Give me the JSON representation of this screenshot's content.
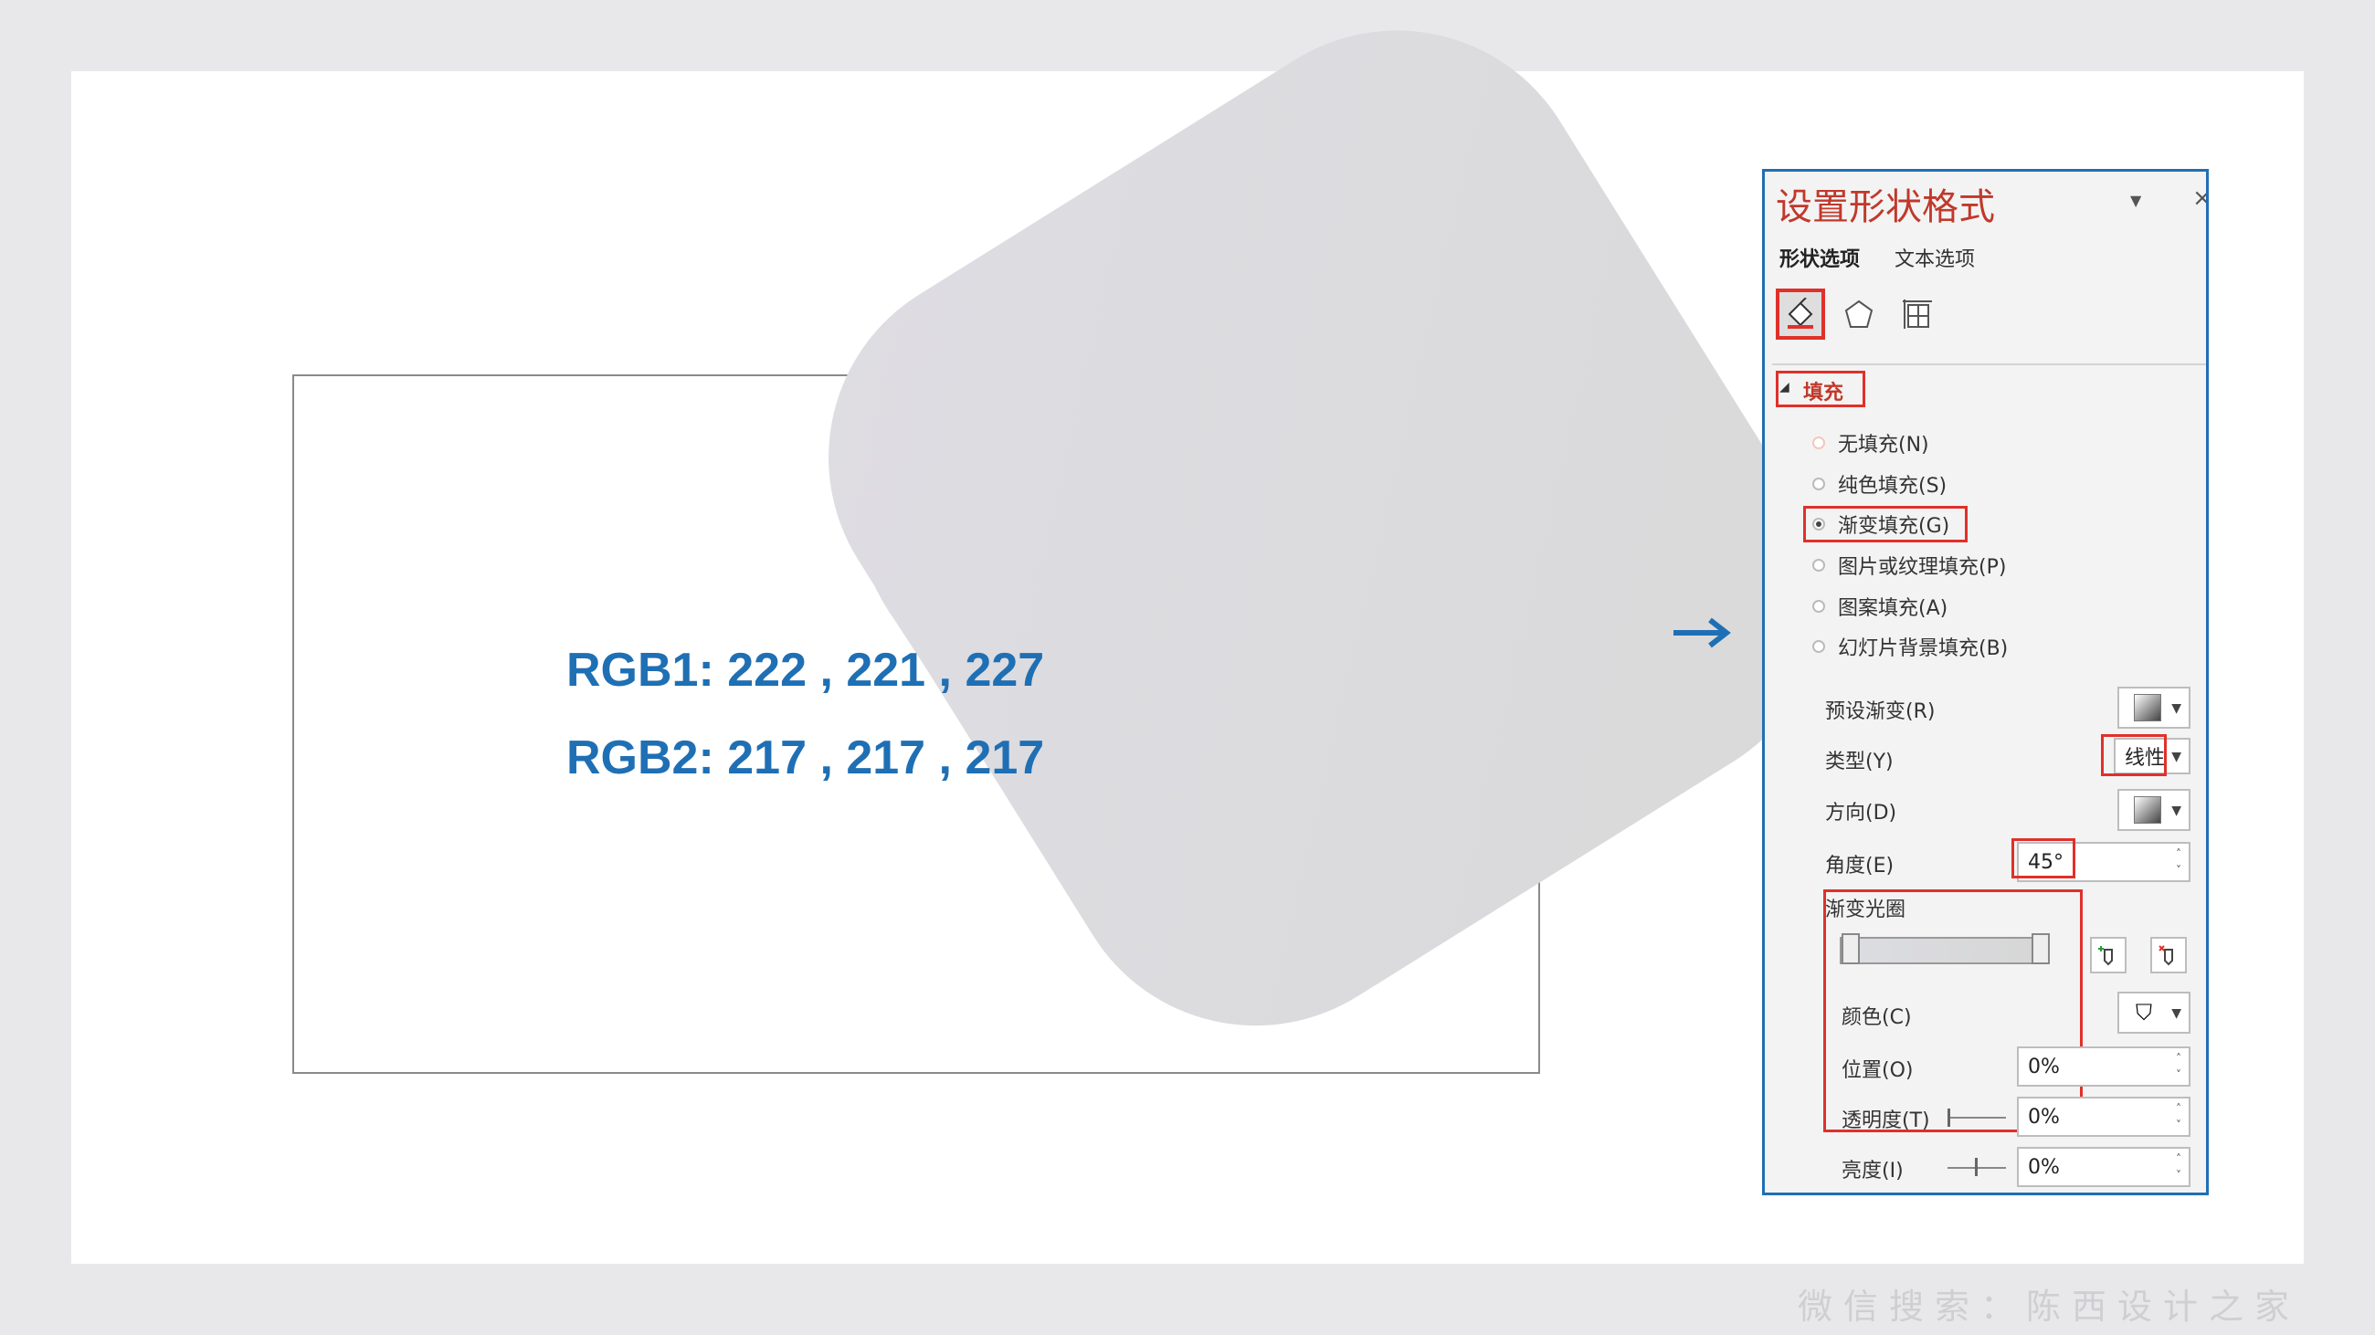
{
  "slide": {
    "rgb1_text": "RGB1: 222 , 221 , 227",
    "rgb2_text": "RGB2: 217 , 217 , 217",
    "shape_gradient_start": "#dedde3",
    "shape_gradient_end": "#d9d9d9"
  },
  "panel": {
    "title": "设置形状格式",
    "tabs": [
      {
        "label": "形状选项",
        "active": true
      },
      {
        "label": "文本选项",
        "active": false
      }
    ],
    "icons": [
      "fill-line-icon",
      "effects-pentagon-icon",
      "size-properties-icon"
    ],
    "section": "填充",
    "fill_options": [
      {
        "label": "无填充(N)"
      },
      {
        "label": "纯色填充(S)"
      },
      {
        "label": "渐变填充(G)",
        "checked": true
      },
      {
        "label": "图片或纹理填充(P)"
      },
      {
        "label": "图案填充(A)"
      },
      {
        "label": "幻灯片背景填充(B)"
      }
    ],
    "preset_label": "预设渐变(R)",
    "type_label": "类型(Y)",
    "type_value": "线性",
    "direction_label": "方向(D)",
    "angle_label": "角度(E)",
    "angle_value": "45°",
    "stops_label": "渐变光圈",
    "color_label": "颜色(C)",
    "position_label": "位置(O)",
    "position_value": "0%",
    "transparency_label": "透明度(T)",
    "transparency_value": "0%",
    "brightness_label": "亮度(I)",
    "brightness_value": "0%"
  },
  "watermark": "微信搜索：陈西设计之家",
  "colors": {
    "accent_red": "#e0302b",
    "accent_blue": "#1f6fb4"
  }
}
